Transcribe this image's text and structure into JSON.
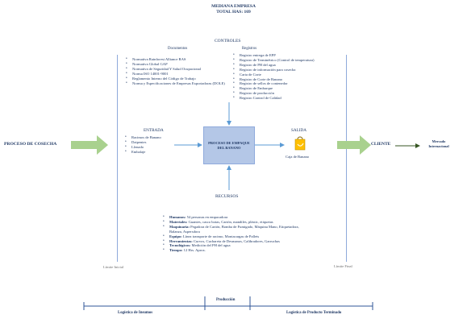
{
  "header": {
    "title": "MEDIANA EMPRESA",
    "subtitle": "TOTAL HAS: 169"
  },
  "controles": {
    "title": "CONTROLES",
    "documentos_title": "Documentos",
    "registros_title": "Registros",
    "documentos": [
      "Normativa Rainforest Alliance RAS",
      "Normativa Global GAP",
      "Normativa de Seguridad Y Salud Ocupacional",
      "Norma ISO 14001-9001",
      "Reglamento Interno del Código de Trabajo",
      "Norma y Especificaciones de Empresas Exportadoras (DOLE)"
    ],
    "registros": [
      "Registro entrega de EPP",
      "Registro de Terminétrico (Control de temperatura)",
      "Registro de PH del agua",
      "Registro de información para cosecha",
      "Carta de Corte",
      "Registro de Corte de Banano",
      "Registro de sellos de contenedor",
      "Registro de Embarque",
      "Registro de producción",
      "Registro Control de Calidad"
    ]
  },
  "flow": {
    "proceso_cosecha": "PROCESO DE COSECHA",
    "cliente": "CLIENTE",
    "mercado": [
      "Mercado",
      "Internacional"
    ]
  },
  "entrada": {
    "title": "ENTRADA",
    "items": [
      "Racimos de Banano",
      "Daipentes",
      "Llenado",
      "Embalaje"
    ]
  },
  "proceso": {
    "label": "PROCESO DE EMPAQUE DEL BANANO"
  },
  "salida": {
    "title": "SALIDA",
    "label": "Caja de Banano"
  },
  "recursos": {
    "title": "RECURSOS",
    "items": [
      {
        "label": "Humanos:",
        "text": "54 personas en empacadora"
      },
      {
        "label": "Materiales:",
        "text": "Guantes, casco botas, Cartón, mandiles, plástic, etiquetas"
      },
      {
        "label": "Maquinaria:",
        "text": "Pegadora de Cartón, Bomba de Fumigado, Máquina Mano, Etiquetadora, Balanza, Aspersdora"
      },
      {
        "label": "Equipo:",
        "text": "Línea transporte de racimo, Montacargas de Pallets"
      },
      {
        "label": "Herramientas:",
        "text": "Curvos, Cuchareta de Desmanos, Calibradores, Garruchas"
      },
      {
        "label": "Tecnológicos:",
        "text": "Medición del PH del agua"
      },
      {
        "label": "Tiempo:",
        "text": "12 Hrs. Aprox."
      }
    ]
  },
  "limits": {
    "inicial": "Límite Inicial",
    "final": "Límite Final"
  },
  "bottom": {
    "produccion": "Producción",
    "logistica_insumos": "Logística de Insumos",
    "logistica_terminado": "Logística de Producto Terminado"
  }
}
